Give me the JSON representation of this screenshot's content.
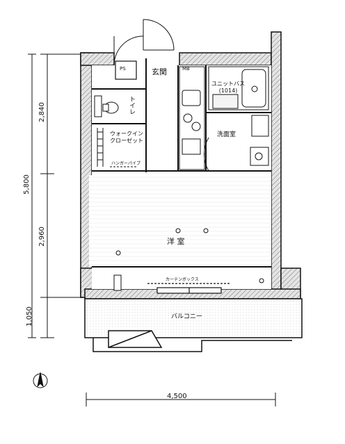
{
  "dimensions": {
    "top_section": "2,840",
    "total_height": "5,800",
    "main_room": "2,960",
    "balcony": "1,050",
    "width": "4,500"
  },
  "rooms": {
    "entrance": "玄関",
    "toilet": "トイレ",
    "walk_in_closet_line1": "ウォークイン",
    "walk_in_closet_line2": "クローゼット",
    "unit_bath_line1": "ユニットバス",
    "unit_bath_line2": "(1014)",
    "washroom": "洗面室",
    "western_room": "洋 室",
    "balcony": "バルコニー"
  },
  "fixtures": {
    "ps": "PS",
    "mb": "MB",
    "curtain_box": "カーテンボックス",
    "closet_pipe": "ハンガーパイプ"
  }
}
